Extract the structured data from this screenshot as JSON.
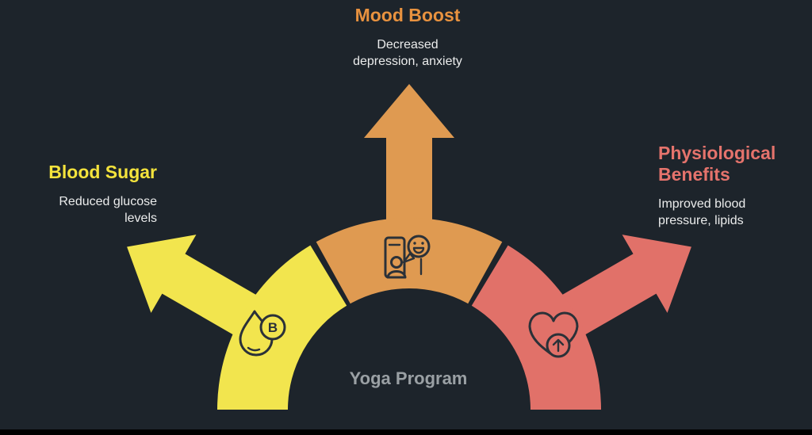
{
  "colors": {
    "bg": "#1d242b",
    "bar": "#000000",
    "yellow": "#f2e54e",
    "orange": "#df9a51",
    "salmon": "#e17169",
    "titleYellow": "#f4e33c",
    "titleOrange": "#e8923f",
    "titleSalmon": "#e5736c",
    "text": "#ebecec",
    "muted": "#9aa0a4",
    "iconStroke": "#2b3138"
  },
  "center": {
    "label": "Yoga Program"
  },
  "branches": {
    "mood": {
      "title": "Mood Boost",
      "desc_lines": [
        "Decreased",
        "depression, anxiety"
      ],
      "icon": "chat-smiley-icon"
    },
    "blood": {
      "title": "Blood Sugar",
      "desc_lines": [
        "Reduced glucose",
        "levels"
      ],
      "icon": "droplet-b-icon",
      "badge_letter": "B"
    },
    "physio": {
      "title_lines": [
        "Physiological",
        "Benefits"
      ],
      "desc_lines": [
        "Improved blood",
        "pressure, lipids"
      ],
      "icon": "heart-up-icon"
    }
  }
}
